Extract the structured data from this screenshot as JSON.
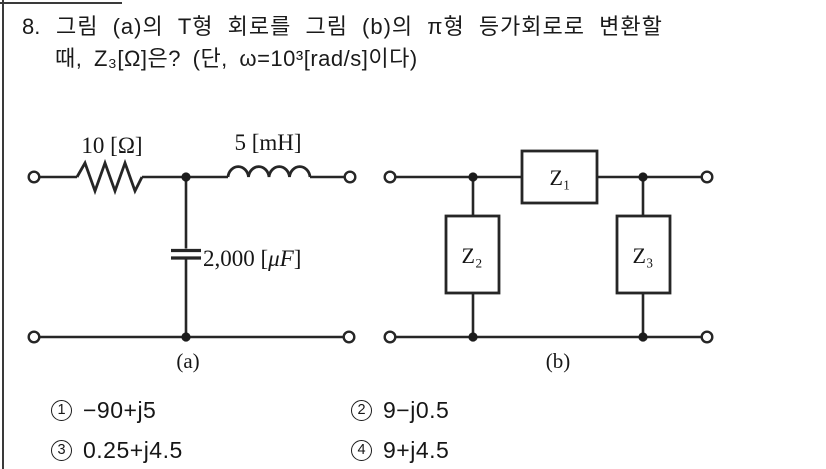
{
  "question": {
    "number": "8.",
    "line1": "그림 (a)의 T형 회로를 그림 (b)의 π형 등가회로로 변환할",
    "line2": "때, Z₃[Ω]은? (단, ω=10³[rad/s]이다)"
  },
  "circuit_a": {
    "caption": "(a)",
    "resistor_label": "10 [Ω]",
    "inductor_label": "5 [mH]",
    "capacitor_value": "2,000 [",
    "capacitor_unit": "μF",
    "capacitor_close": "]"
  },
  "circuit_b": {
    "caption": "(b)",
    "z1": "Z₁",
    "z2": "Z₂",
    "z3": "Z₃"
  },
  "options": [
    {
      "number": "1",
      "text": "−90+j5"
    },
    {
      "number": "2",
      "text": "9−j0.5"
    },
    {
      "number": "3",
      "text": "0.25+j4.5"
    },
    {
      "number": "4",
      "text": "9+j4.5"
    }
  ],
  "colors": {
    "ink": "#1c1c1c",
    "wire": "#262626",
    "background": "#ffffff"
  }
}
